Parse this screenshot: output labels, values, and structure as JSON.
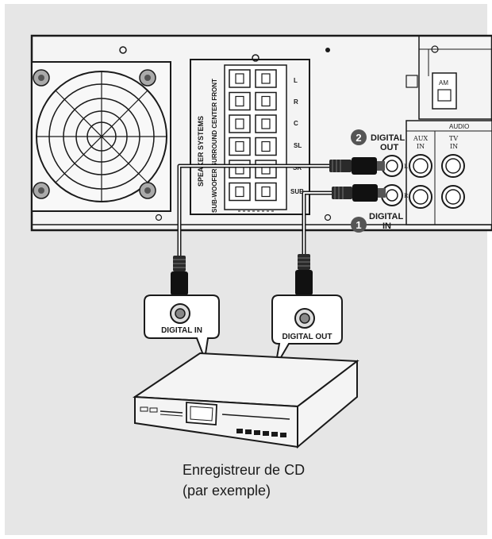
{
  "unit_panel": {
    "speaker_title": "SPEAKER SYSTEMS",
    "speaker_header": "SUB-WOOFER SURROUND CENTER FRONT",
    "terminal_labels": [
      "L",
      "R",
      "C",
      "SL",
      "SR",
      "SUB"
    ],
    "am_label": "AM",
    "audio_label": "AUDIO",
    "aux_in_label_1": "AUX",
    "aux_in_label_2": "IN",
    "tv_in_label_1": "TV",
    "tv_in_label_2": "IN",
    "jack_l": "L",
    "jack_r": "R"
  },
  "callouts": {
    "step2_number": "2",
    "digital_out_1": "DIGITAL",
    "digital_out_2": "OUT",
    "step1_number": "1",
    "digital_in_1": "DIGITAL",
    "digital_in_2": "IN"
  },
  "bubbles": {
    "left": "DIGITAL IN",
    "right": "DIGITAL OUT"
  },
  "caption": {
    "line1": "Enregistreur de CD",
    "line2": "(par exemple)"
  },
  "colors": {
    "background": "#e6e6e6",
    "frame": "#ffffff",
    "line": "#1a1a1a",
    "panel": "#f4f4f4",
    "badge": "#555555"
  }
}
